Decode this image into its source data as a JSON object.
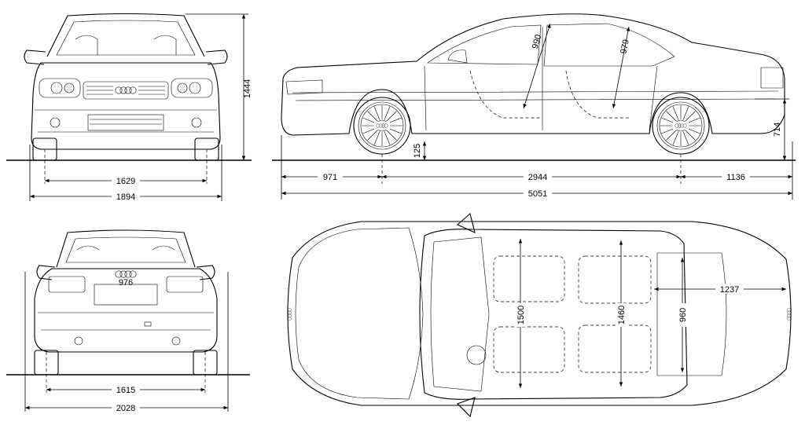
{
  "logo_text": "Audi four rings",
  "plate_text": "976",
  "dimensions": {
    "front_height": "1444",
    "front_track": "1629",
    "front_width": "1894",
    "side_front_overhang": "971",
    "side_wheelbase": "2944",
    "side_rear_overhang": "1136",
    "side_length": "5051",
    "side_clearance": "125",
    "side_rear_height": "714",
    "side_headroom_front": "990",
    "side_headroom_rear": "979",
    "rear_track": "1615",
    "rear_width_mirrors": "2028",
    "top_interior_width_front": "1500",
    "top_interior_width_rear": "1460",
    "top_trunk_width": "960",
    "top_trunk_length": "1237"
  }
}
